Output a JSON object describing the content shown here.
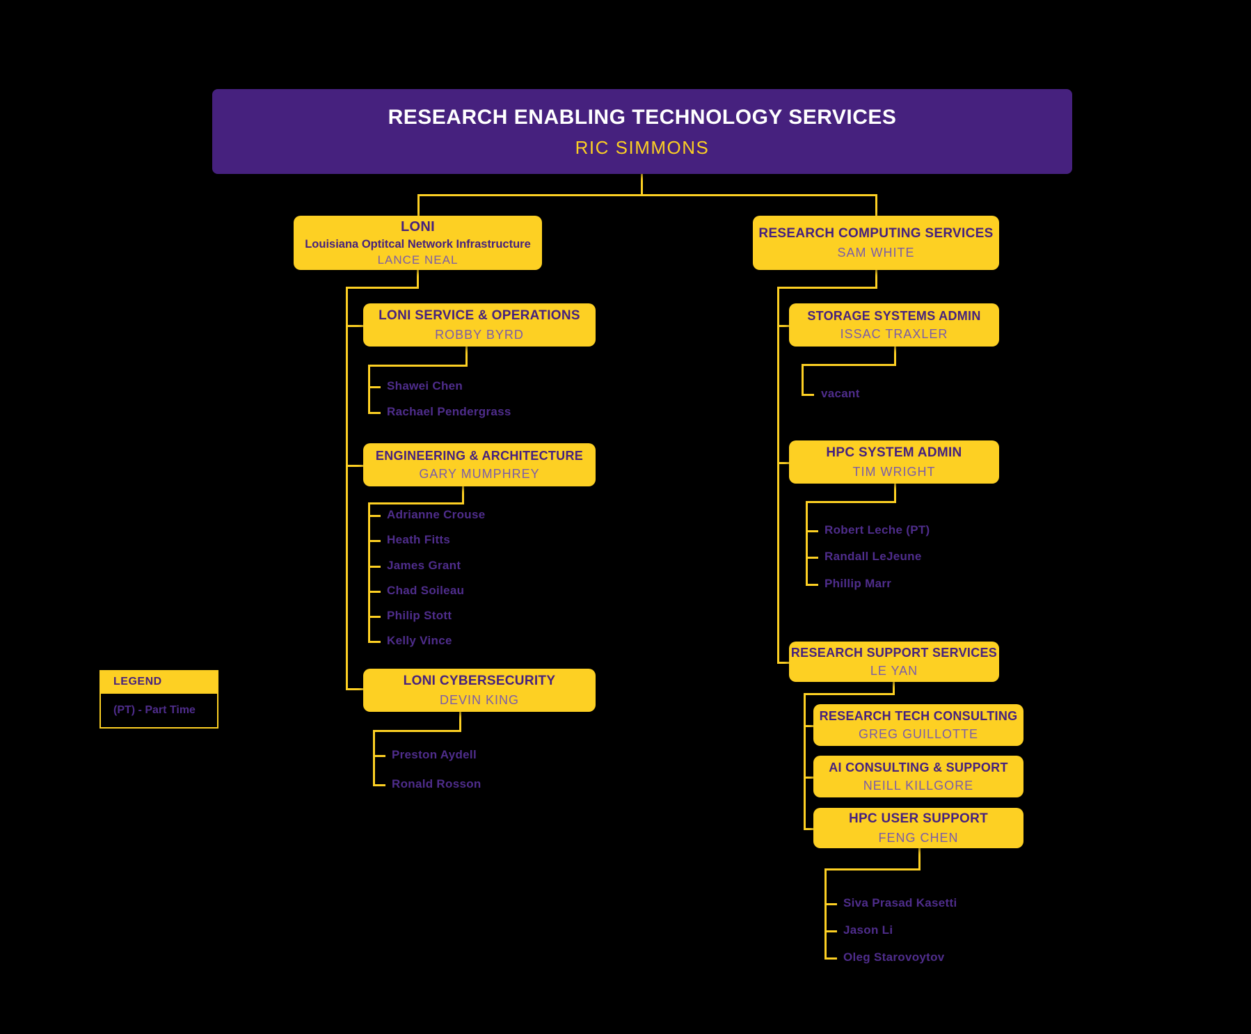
{
  "root": {
    "title": "RESEARCH ENABLING TECHNOLOGY SERVICES",
    "name": "RIC SIMMONS"
  },
  "left": {
    "loni": {
      "title": "LONI",
      "subtitle": "Louisiana Optitcal Network Infrastructure",
      "name": "LANCE NEAL"
    },
    "service_ops": {
      "title": "LONI SERVICE & OPERATIONS",
      "name": "ROBBY BYRD",
      "members": [
        "Shawei Chen",
        "Rachael Pendergrass"
      ]
    },
    "engineering": {
      "title": "ENGINEERING & ARCHITECTURE",
      "name": "GARY MUMPHREY",
      "members": [
        "Adrianne Crouse",
        "Heath Fitts",
        "James Grant",
        "Chad Soileau",
        "Philip Stott",
        "Kelly Vince"
      ]
    },
    "cybersecurity": {
      "title": "LONI CYBERSECURITY",
      "name": "DEVIN KING",
      "members": [
        "Preston Aydell",
        "Ronald Rosson"
      ]
    }
  },
  "right": {
    "computing": {
      "title": "RESEARCH COMPUTING SERVICES",
      "name": "SAM WHITE"
    },
    "storage": {
      "title": "STORAGE SYSTEMS ADMIN",
      "name": "ISSAC TRAXLER",
      "members": [
        "vacant"
      ]
    },
    "hpc_admin": {
      "title": "HPC SYSTEM ADMIN",
      "name": "TIM WRIGHT",
      "members": [
        "Robert Leche (PT)",
        "Randall LeJeune",
        "Phillip Marr"
      ]
    },
    "support": {
      "title": "RESEARCH SUPPORT SERVICES",
      "name": "LE YAN"
    },
    "tech_consulting": {
      "title": "RESEARCH TECH CONSULTING",
      "name": "GREG GUILLOTTE"
    },
    "ai_consulting": {
      "title": "AI CONSULTING & SUPPORT",
      "name": "NEILL KILLGORE"
    },
    "hpc_user_support": {
      "title": "HPC USER SUPPORT",
      "name": "FENG CHEN",
      "members": [
        "Siva Prasad Kasetti",
        "Jason Li",
        "Oleg Starovoytov"
      ]
    }
  },
  "legend": {
    "title": "LEGEND",
    "entry": "(PT) - Part Time"
  },
  "colors": {
    "background": "#000000",
    "purple": "#46217E",
    "gold": "#FDD023",
    "name_text": "#7B5CA9",
    "member_text": "#4F2D8C",
    "root_title_text": "#FFFFFF"
  }
}
